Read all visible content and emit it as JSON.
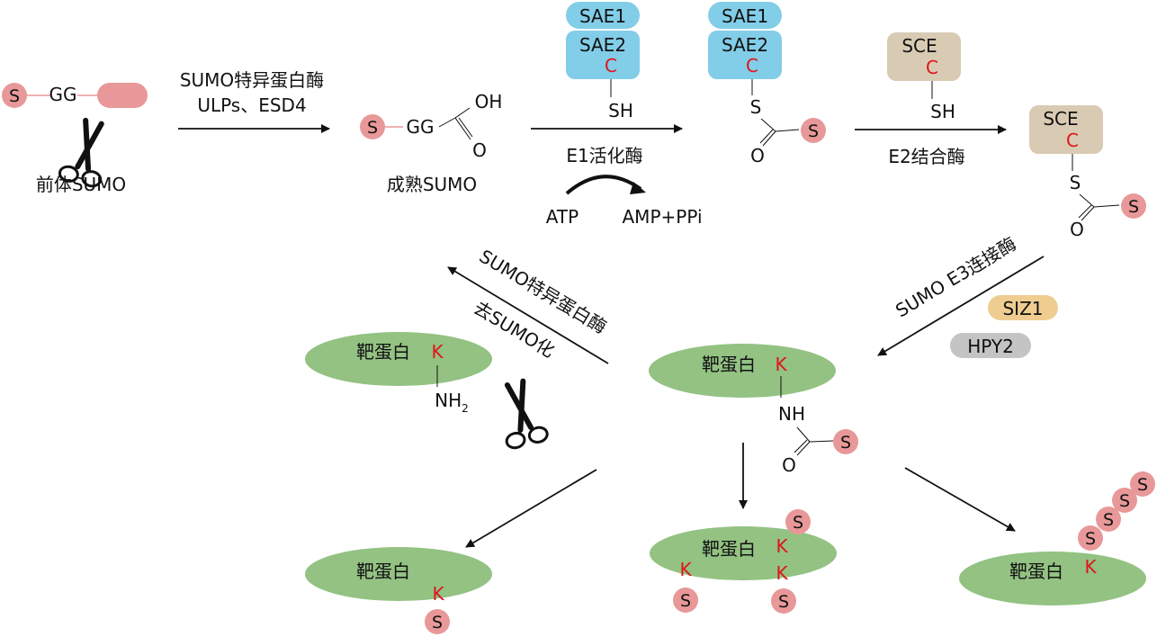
{
  "colors": {
    "sumo": "#e89898",
    "sae": "#82cde8",
    "sce": "#d9cbb3",
    "target": "#93c283",
    "siz1": "#efcd91",
    "hpy2": "#c4c4c4",
    "cysteine_lys": "#e0141b"
  },
  "sumo_symbol": "S",
  "precursor": {
    "gg": "GG",
    "label": "前体SUMO"
  },
  "step1": {
    "line1": "SUMO特异蛋白酶",
    "line2": "ULPs、ESD4"
  },
  "mature": {
    "gg": "GG",
    "oh": "OH",
    "o": "O",
    "label": "成熟SUMO"
  },
  "e1": {
    "sae1": "SAE1",
    "sae2": "SAE2",
    "cys": "C",
    "sh": "SH",
    "s": "S",
    "o": "O",
    "label": "E1活化酶",
    "atp": "ATP",
    "amp": "AMP+PPi"
  },
  "e2": {
    "sce": "SCE",
    "cys": "C",
    "sh": "SH",
    "s": "S",
    "o": "O",
    "label": "E2结合酶"
  },
  "e3": {
    "label": "SUMO  E3连接酶",
    "siz1": "SIZ1",
    "hpy2": "HPY2"
  },
  "desumo": {
    "line1": "SUMO特异蛋白酶",
    "line2": "去SUMO化"
  },
  "target": {
    "name": "靶蛋白",
    "lys": "K",
    "nh2": "NH",
    "nh2_sub": "2",
    "nh": "NH",
    "o": "O"
  },
  "icons": {
    "scissors_1": "scissors-icon",
    "scissors_2": "scissors-icon"
  }
}
